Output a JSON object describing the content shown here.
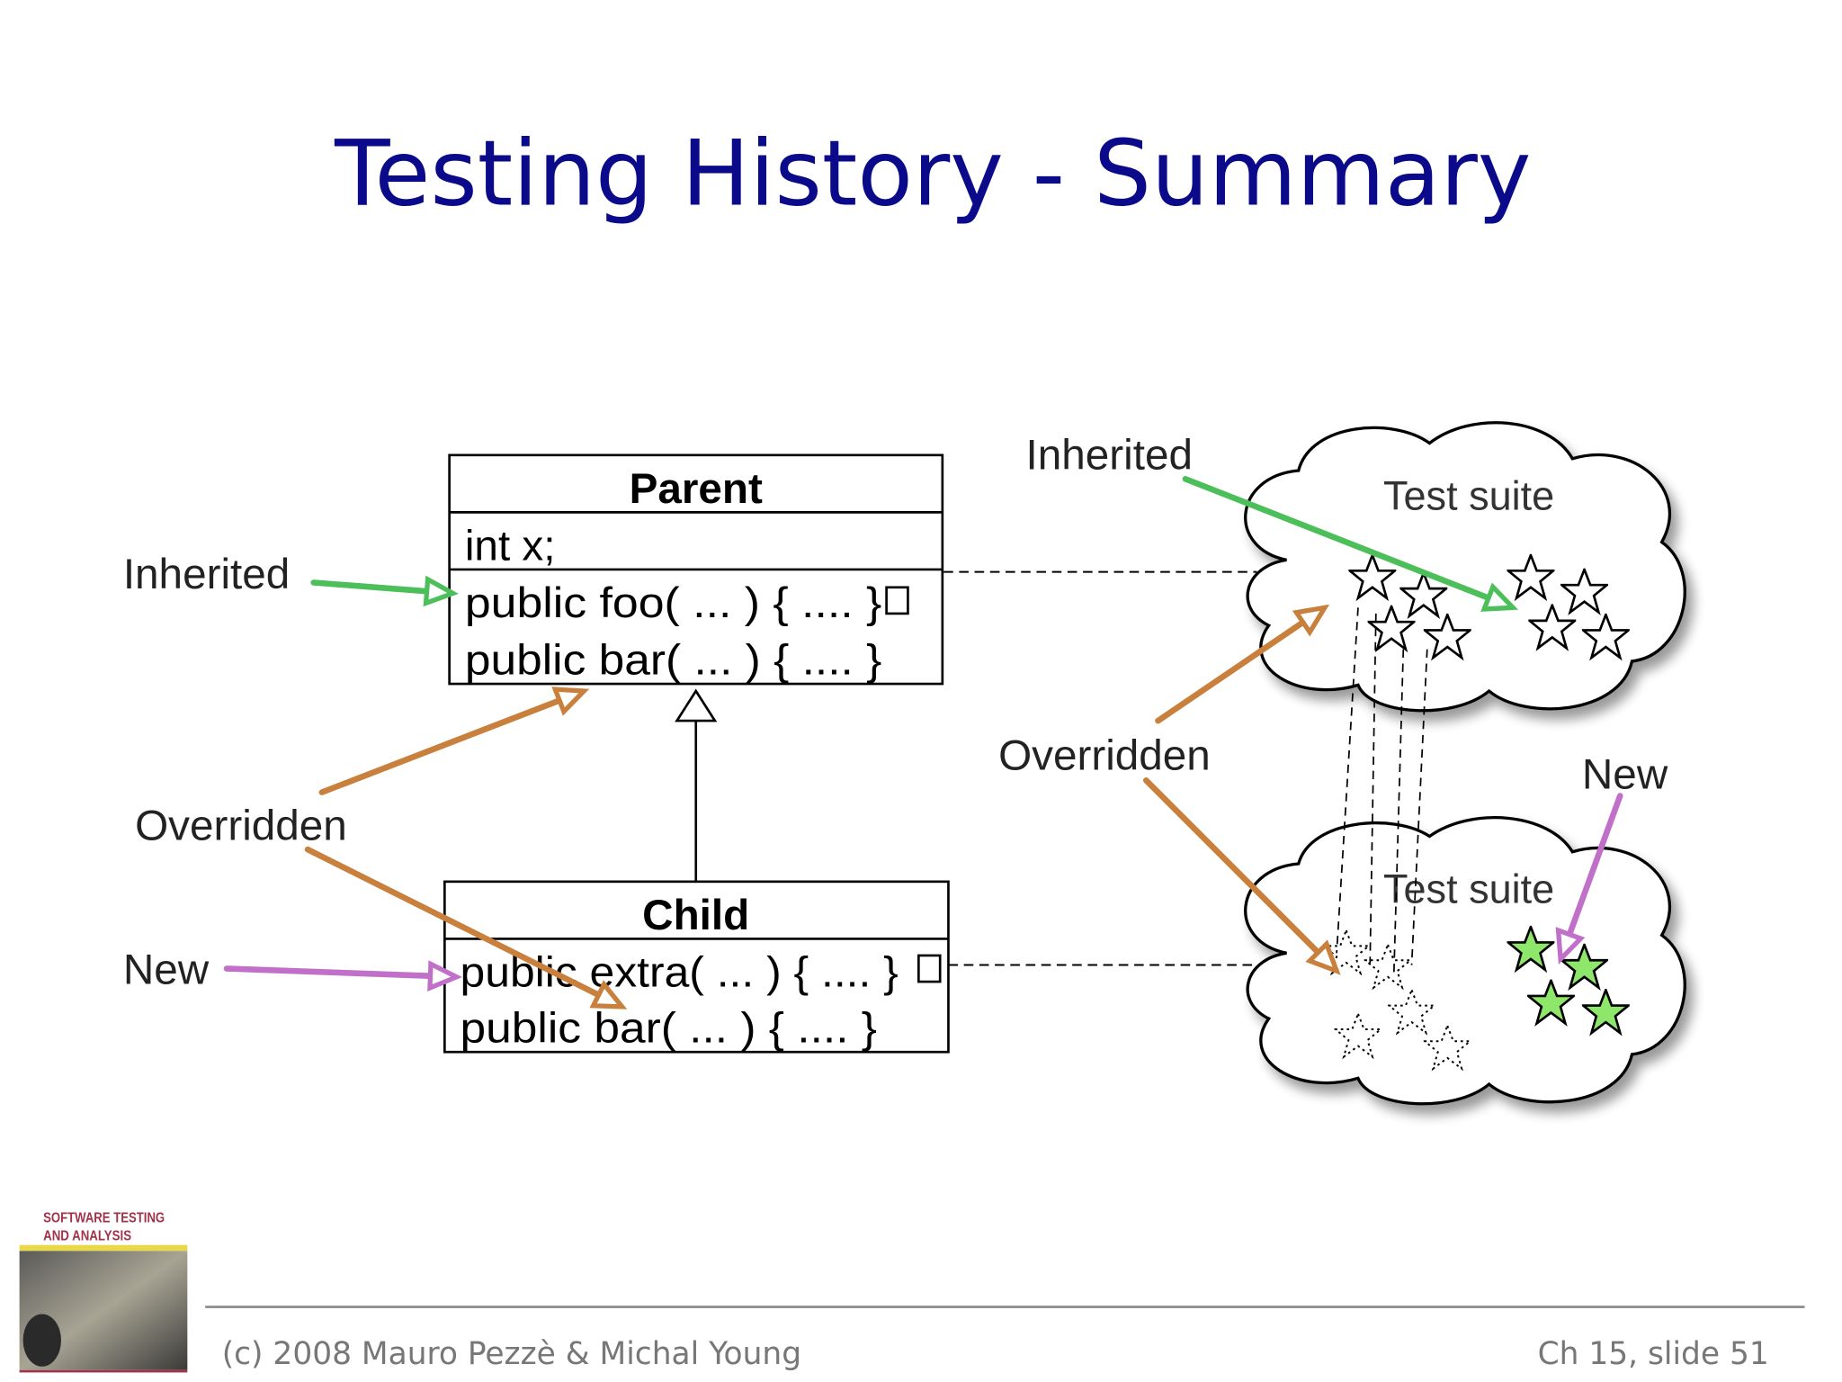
{
  "slide": {
    "title": "Testing History - Summary",
    "title_color": "#0a0a8a",
    "footer": {
      "copyright": "(c) 2008 Mauro Pezzè & Michal Young",
      "slide_number": "Ch 15, slide 51"
    },
    "book_cover": {
      "title_line1": "SOFTWARE TESTING",
      "title_line2": "AND ANALYSIS"
    }
  },
  "diagram": {
    "parent": {
      "name": "Parent",
      "attribute": "int x;",
      "methods": [
        "public foo( ... ) { .... }",
        "public bar( ... ) { .... }"
      ]
    },
    "child": {
      "name": "Child",
      "methods": [
        "public extra( ... ) { .... }",
        "public bar( ... ) { .... }"
      ]
    },
    "left_labels": {
      "inherited": "Inherited",
      "overridden": "Overridden",
      "new": "New"
    },
    "right_labels": {
      "inherited": "Inherited",
      "overridden": "Overridden",
      "new": "New"
    },
    "clouds": {
      "top": "Test suite",
      "bottom": "Test suite"
    },
    "colors": {
      "inherited": "#4cbf5a",
      "overridden": "#c8803c",
      "new": "#c070c8",
      "new_star": "#8ee66a"
    }
  }
}
